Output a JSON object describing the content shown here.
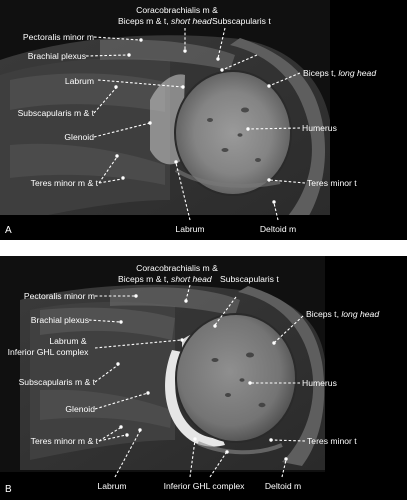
{
  "panels": [
    {
      "letter": "A",
      "labels": {
        "coracobrachialis_line1": "Coracobrachialis m &",
        "coracobrachialis_line2": "Biceps m & t,",
        "coracobrachialis_line2_italic": "short head",
        "pectoralis_minor": "Pectoralis minor m",
        "subscapularis_tendon": "Subscapularis t",
        "brachial_plexus": "Brachial plexus",
        "biceps_tendon": "Biceps t,",
        "biceps_tendon_italic": "long head",
        "labrum_upper": "Labrum",
        "subscapularis_muscle": "Subscapularis m & t",
        "humerus": "Humerus",
        "glenoid": "Glenoid",
        "teres_minor_muscle": "Teres minor m & t",
        "teres_minor_tendon": "Teres minor t",
        "labrum_lower": "Labrum",
        "deltoid": "Deltoid m"
      }
    },
    {
      "letter": "B",
      "labels": {
        "coracobrachialis_line1": "Coracobrachialis m &",
        "coracobrachialis_line2": "Biceps m & t,",
        "coracobrachialis_line2_italic": "short head",
        "pectoralis_minor": "Pectoralis minor m",
        "subscapularis_tendon": "Subscapularis t",
        "brachial_plexus": "Brachial plexus",
        "biceps_tendon": "Biceps t,",
        "biceps_tendon_italic": "long head",
        "labrum_ghl_line1": "Labrum &",
        "labrum_ghl_line2": "Inferior GHL complex",
        "subscapularis_muscle": "Subscapularis m & t",
        "humerus": "Humerus",
        "glenoid": "Glenoid",
        "teres_minor_muscle": "Teres minor m & t",
        "teres_minor_tendon": "Teres minor t",
        "labrum_lower": "Labrum",
        "inferior_ghl": "Inferior GHL complex",
        "deltoid": "Deltoid m"
      }
    }
  ],
  "colors": {
    "background": "#000000",
    "annotation": "#ffffff"
  }
}
